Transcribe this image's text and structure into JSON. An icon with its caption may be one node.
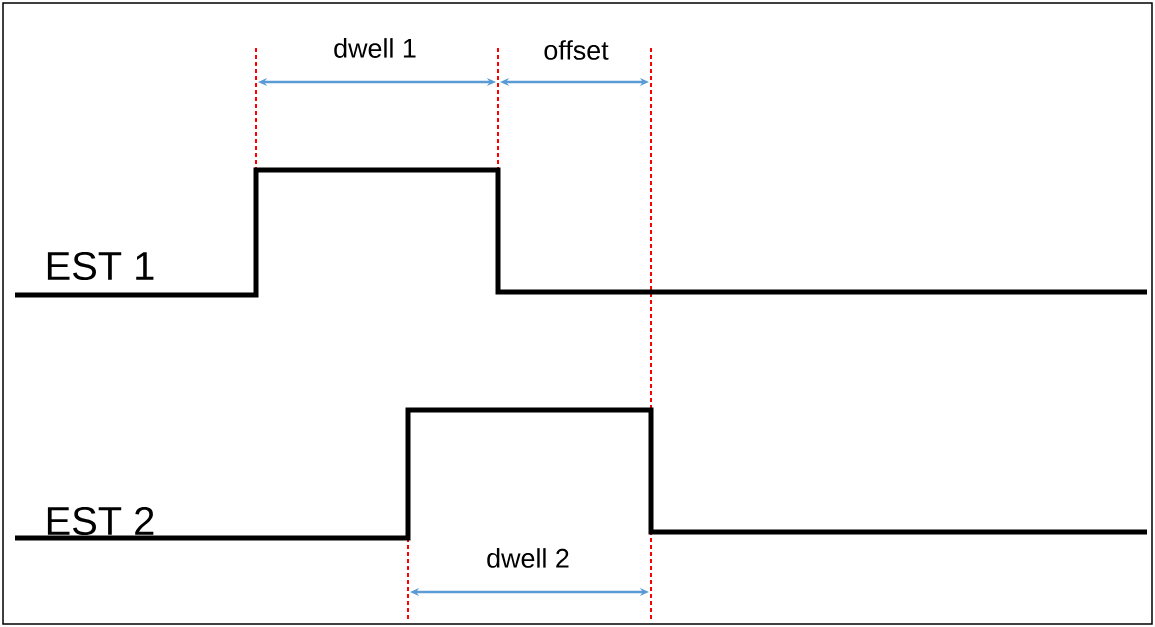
{
  "diagram": {
    "labels": [
      "dwell 1",
      "offset",
      "EST 1",
      "EST 2",
      "dwell 2"
    ]
  }
}
